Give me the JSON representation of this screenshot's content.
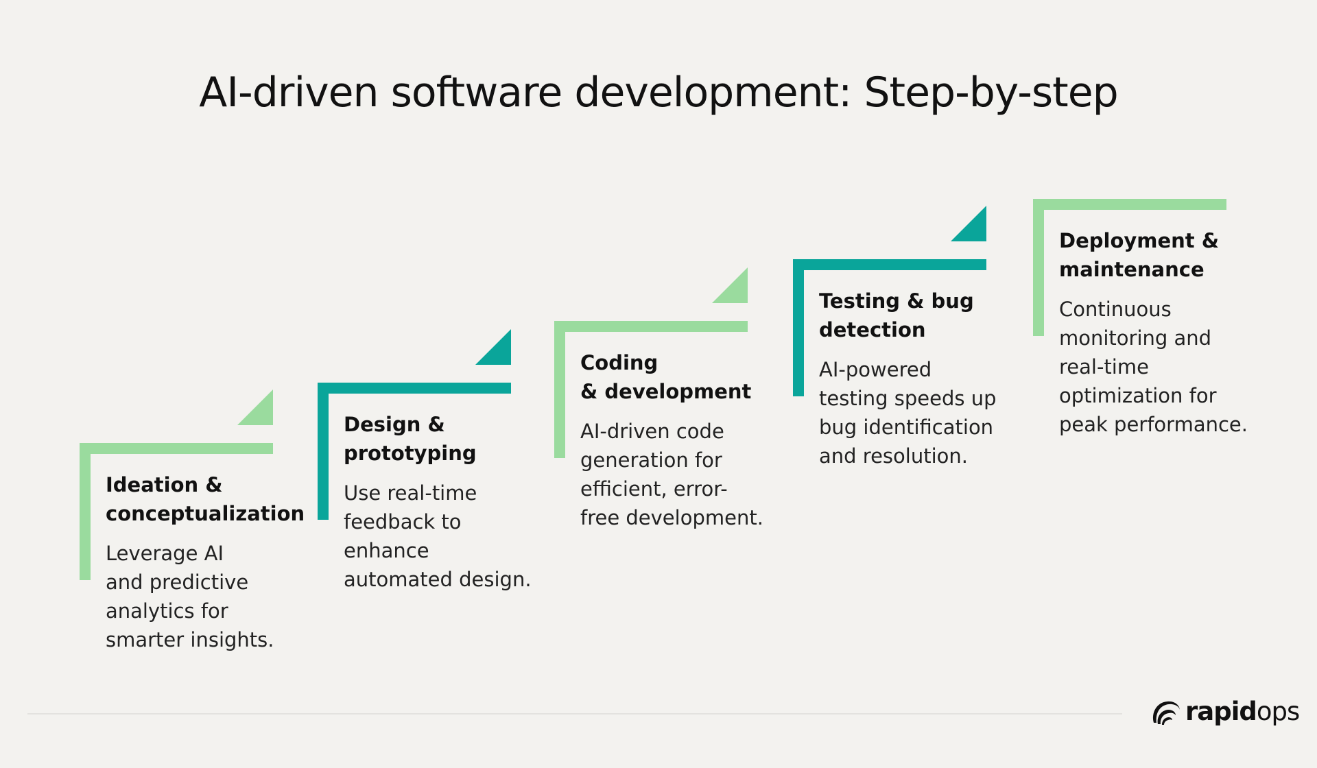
{
  "title": "AI-driven software development: Step-by-step",
  "steps": [
    {
      "heading": "Ideation &\nconceptualization",
      "description": "Leverage AI\nand predictive\nanalytics for\nsmarter insights.",
      "color": "#9adb9e"
    },
    {
      "heading": "Design &\nprototyping",
      "description": "Use real-time\nfeedback to\nenhance\nautomated design.",
      "color": "#0aa59a"
    },
    {
      "heading": "Coding\n& development",
      "description": "AI-driven code\ngeneration for\nefficient, error-\nfree development.",
      "color": "#9adb9e"
    },
    {
      "heading": "Testing & bug\ndetection",
      "description": "AI-powered\ntesting speeds up\nbug identification\nand resolution.",
      "color": "#0aa59a"
    },
    {
      "heading": "Deployment &\nmaintenance",
      "description": "Continuous\nmonitoring and\nreal-time\noptimization for\npeak performance.",
      "color": "#9adb9e"
    }
  ],
  "logo": {
    "text_bold": "rapid",
    "text_light": "ops"
  },
  "colors": {
    "background": "#f3f2ef",
    "light_green": "#9adb9e",
    "teal": "#0aa59a",
    "text": "#111111"
  }
}
